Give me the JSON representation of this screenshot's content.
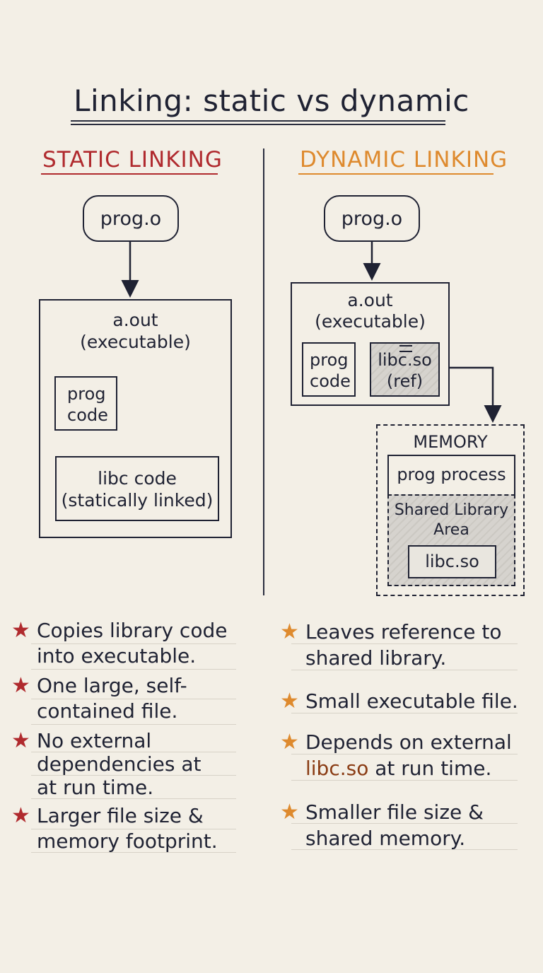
{
  "title": "Linking: static vs dynamic",
  "colors": {
    "static_accent": "#b02a2e",
    "dynamic_accent": "#de8a2e",
    "ink": "#1f2233",
    "paper": "#f3efe6"
  },
  "static": {
    "heading": "STATIC LINKING",
    "source": "prog.o",
    "exe_title": "a.out",
    "exe_subtitle": "(executable)",
    "prog_code": [
      "prog",
      "code"
    ],
    "libc": [
      "libc code",
      "(statically linked)"
    ],
    "bullets": [
      [
        "Copies library code",
        "into executable."
      ],
      [
        "One large, self-",
        "contained file."
      ],
      [
        "No external",
        "dependencies at",
        "at run time."
      ],
      [
        "Larger file size &",
        "memory footprint."
      ]
    ]
  },
  "dynamic": {
    "heading": "DYNAMIC LINKING",
    "source": "prog.o",
    "exe_title": "a.out",
    "exe_subtitle": "(executable)",
    "prog_code": [
      "prog",
      "code"
    ],
    "libc_ref": [
      "libc.so",
      "(ref)"
    ],
    "memory": {
      "title": "MEMORY",
      "process": "prog process",
      "shared_area": [
        "Shared Library",
        "Area"
      ],
      "lib": "libc.so"
    },
    "bullets": {
      "b1": [
        "Leaves reference to",
        "shared library."
      ],
      "b2": "Small executable file.",
      "b3_pre": "Depends on external",
      "b3_hl": "libc.so",
      "b3_post": " at run time.",
      "b4": [
        "Smaller file size &",
        "shared memory."
      ]
    }
  },
  "star_icon": "star-icon"
}
